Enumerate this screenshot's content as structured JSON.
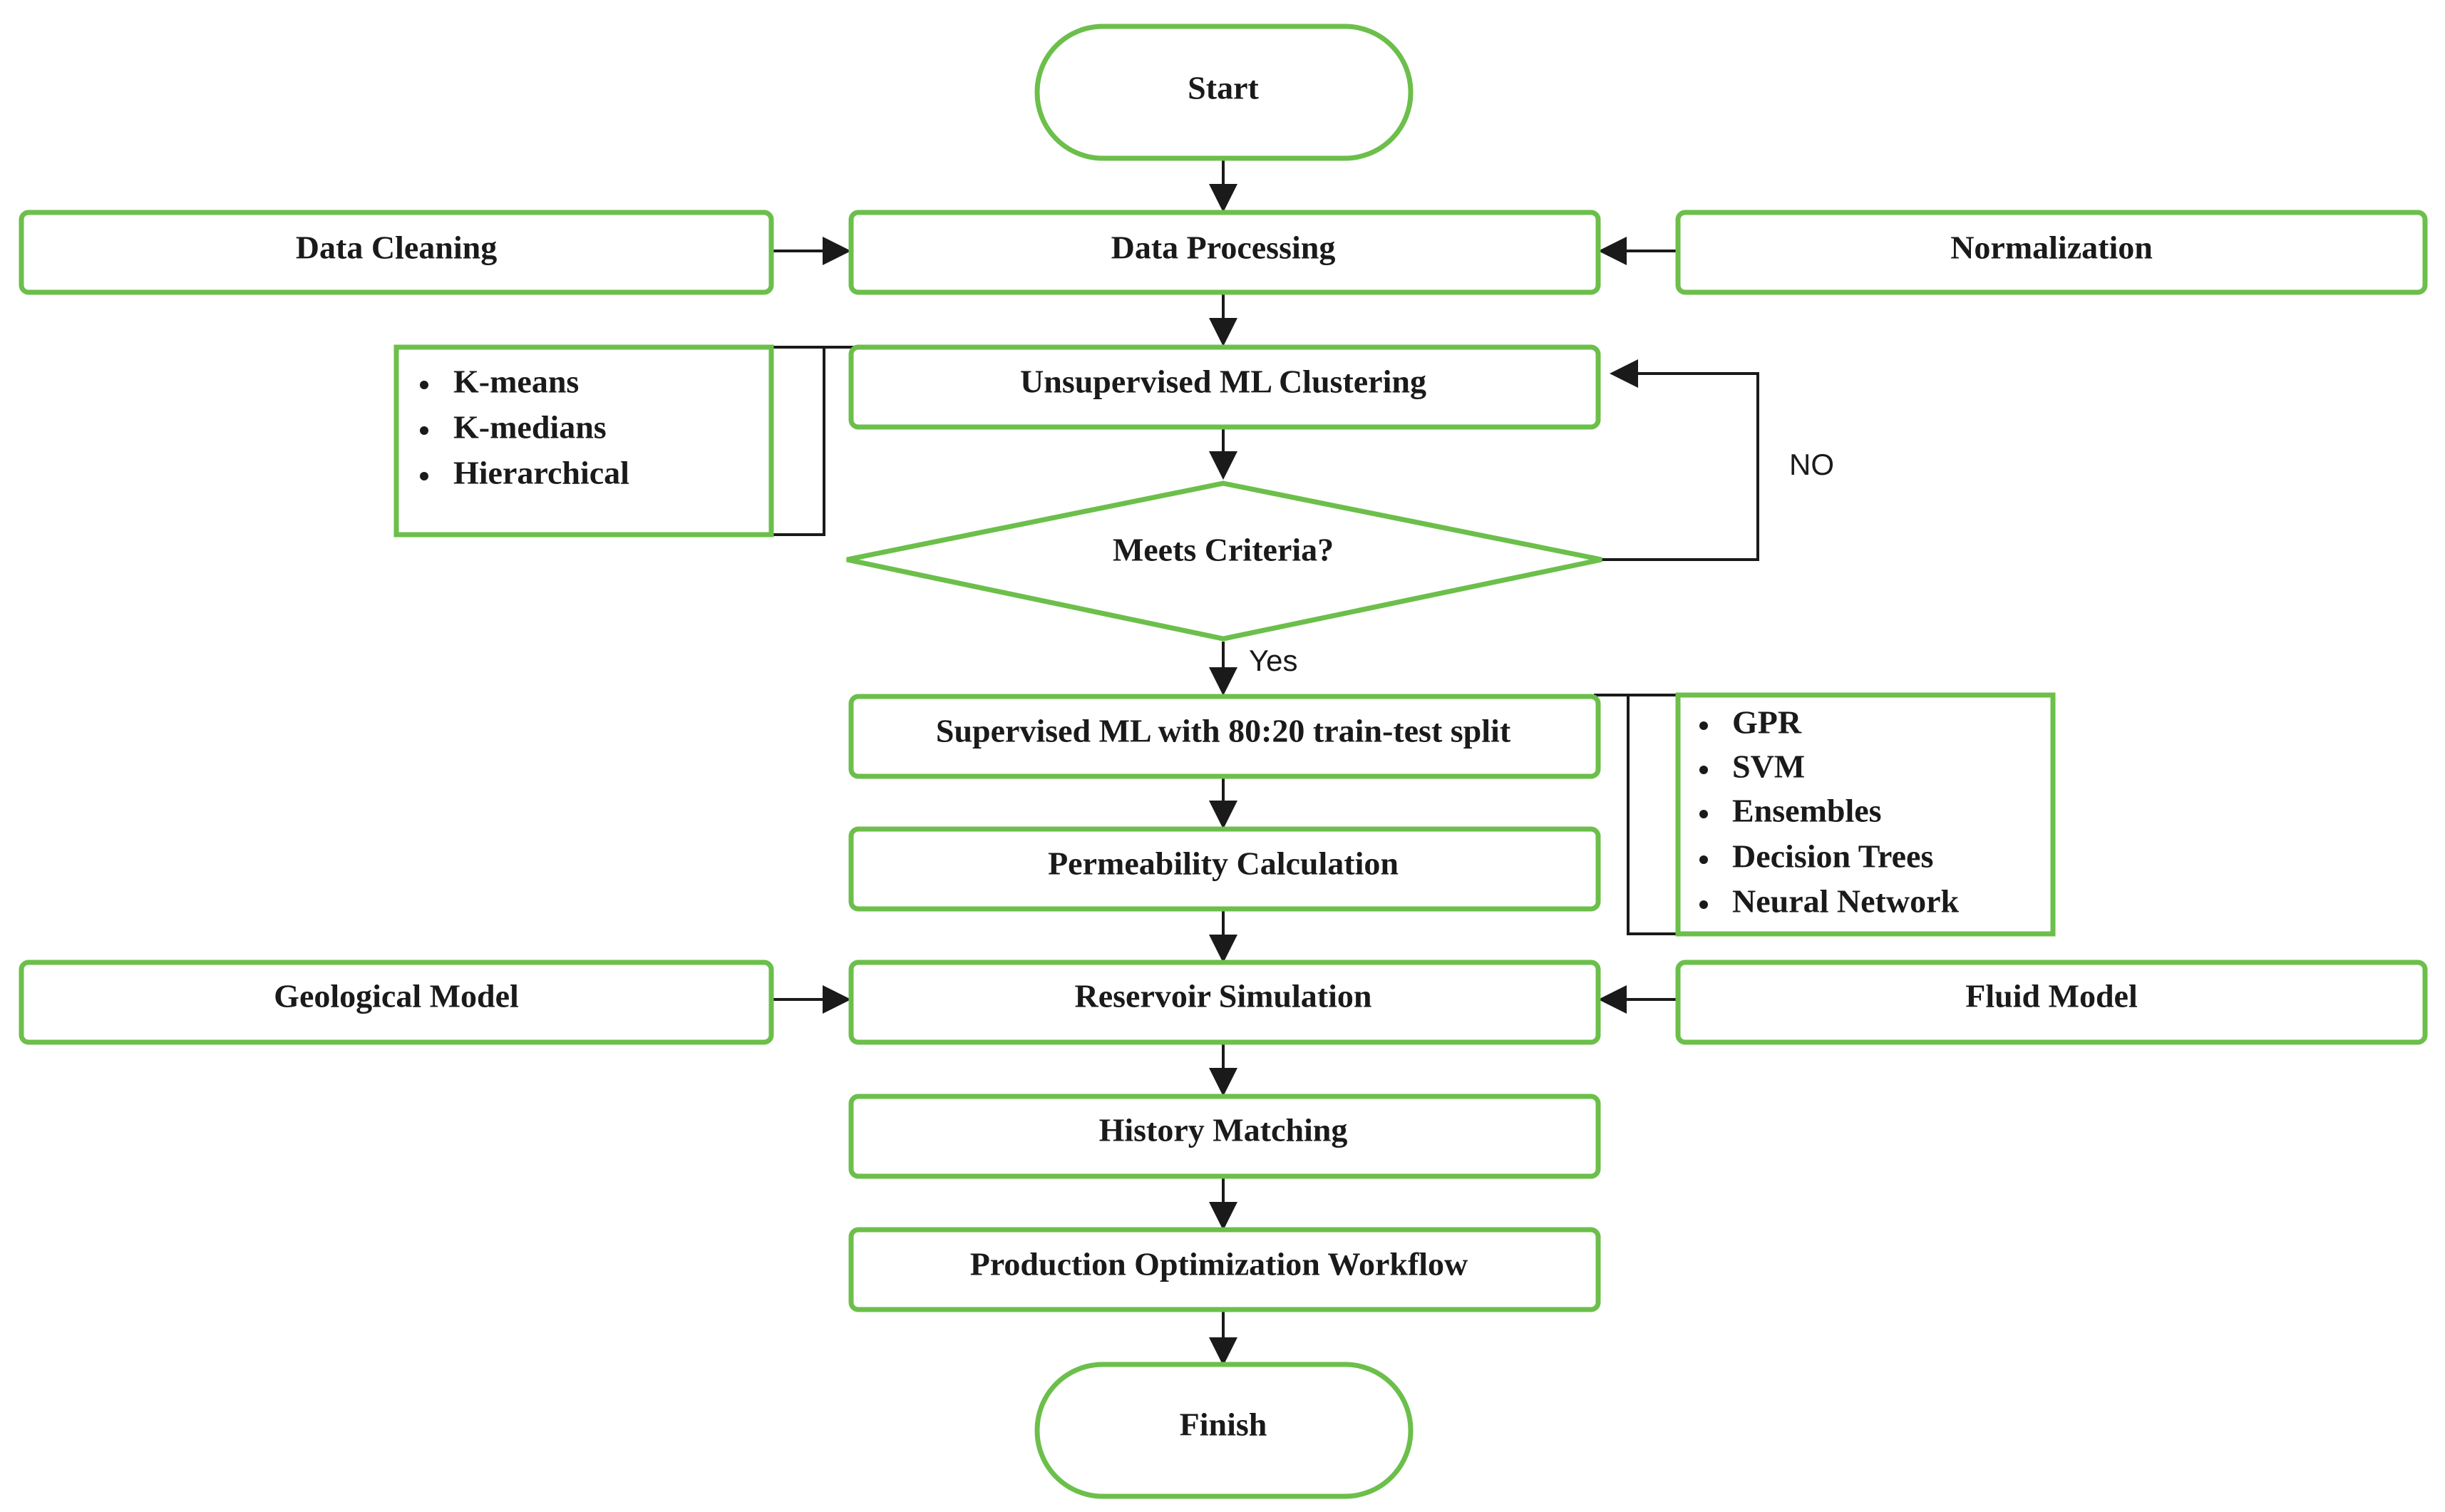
{
  "nodes": {
    "start": "Start",
    "data_cleaning": "Data Cleaning",
    "data_processing": "Data Processing",
    "normalization": "Normalization",
    "unsupervised": "Unsupervised ML Clustering",
    "meets_criteria": "Meets Criteria?",
    "supervised": "Supervised ML with 80:20 train-test split",
    "permeability": "Permeability Calculation",
    "geological_model": "Geological Model",
    "reservoir_simulation": "Reservoir Simulation",
    "fluid_model": "Fluid Model",
    "history_matching": "History Matching",
    "production_optimization": "Production Optimization Workflow",
    "finish": "Finish"
  },
  "clustering_methods": [
    "K-means",
    "K-medians",
    "Hierarchical"
  ],
  "supervised_methods": [
    "GPR",
    "SVM",
    "Ensembles",
    "Decision Trees",
    "Neural Network"
  ],
  "edge_labels": {
    "no": "NO",
    "yes": "Yes"
  },
  "colors": {
    "node_border": "#6bbf4a",
    "arrow": "#1a1a1a",
    "text": "#1a1a1a",
    "background": "#ffffff"
  }
}
